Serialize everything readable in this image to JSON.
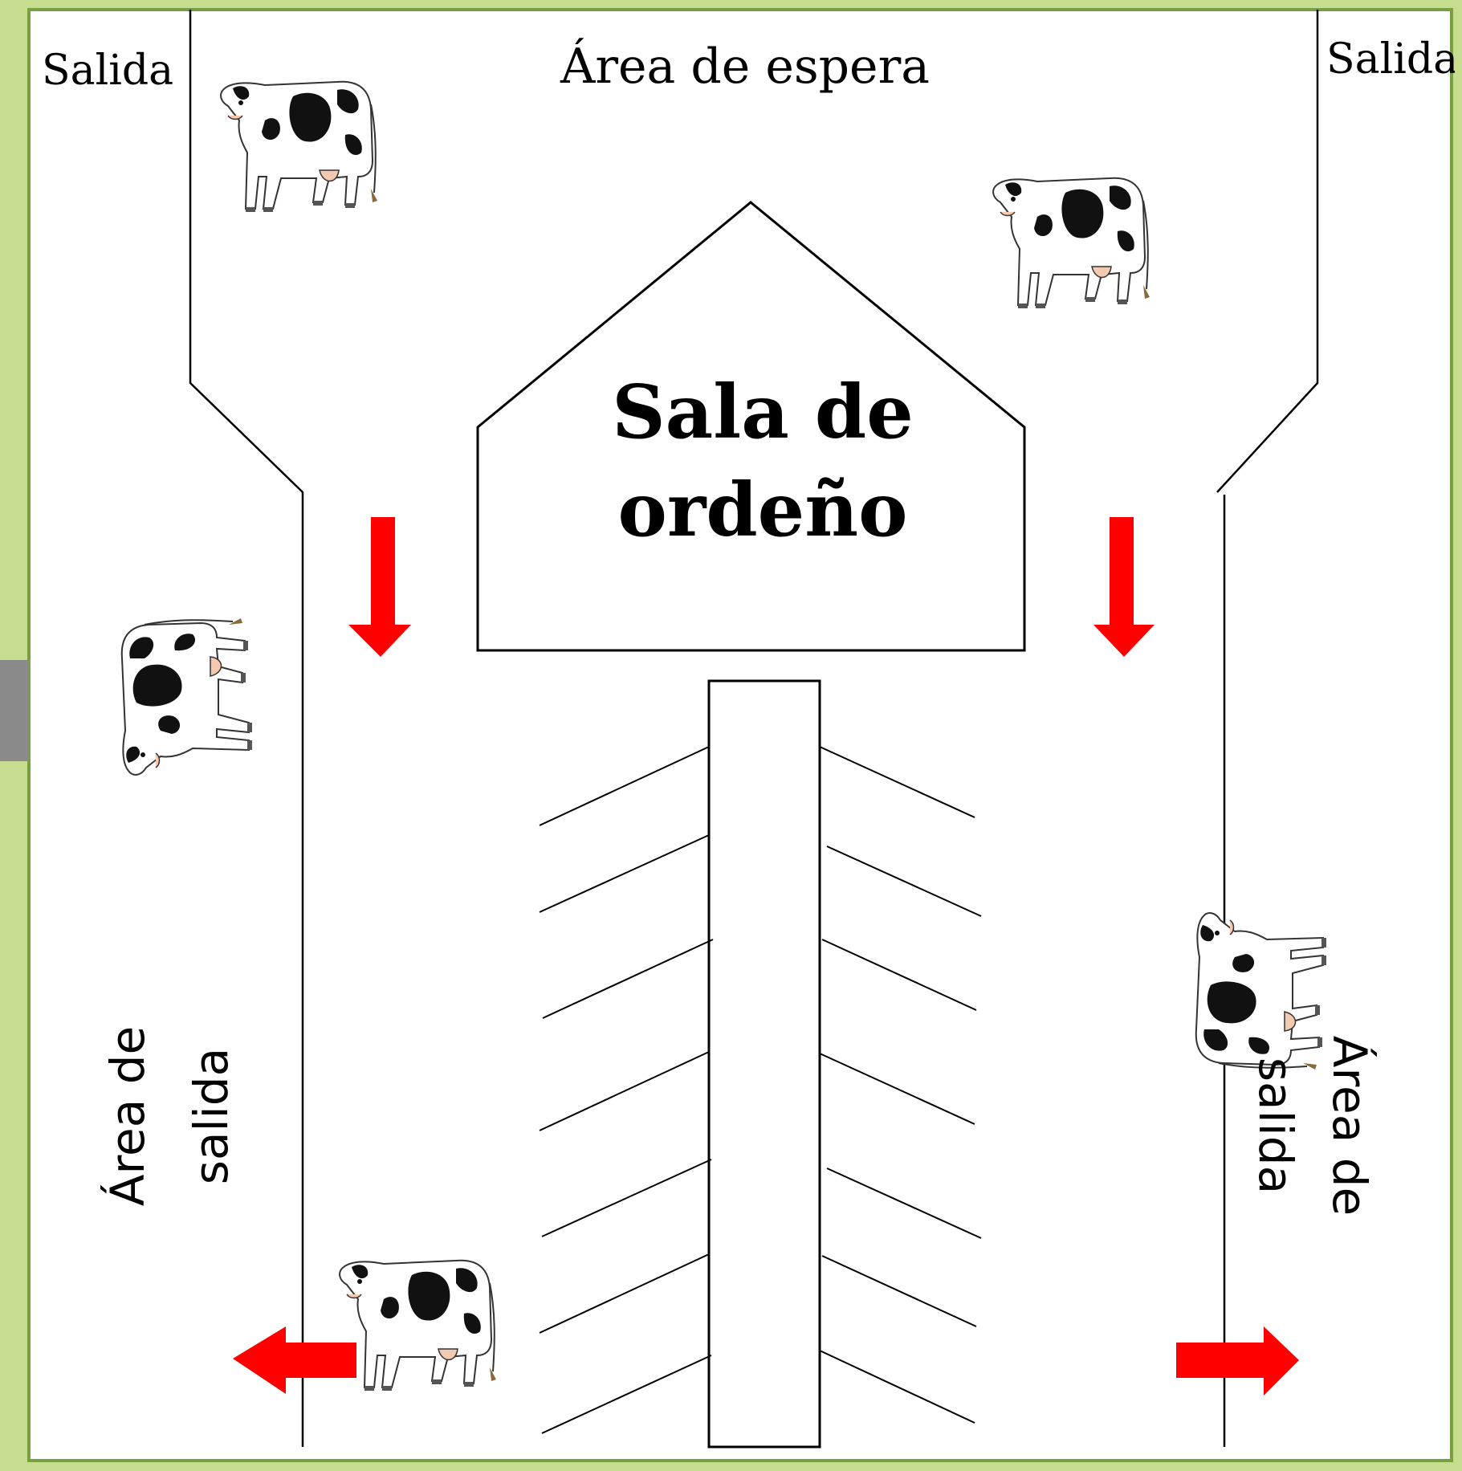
{
  "labels": {
    "exit_left_top": "Salida",
    "exit_right_top": "Salida",
    "waiting_area": "Área de espera",
    "parlor_line1": "Sala de",
    "parlor_line2": "ordeño",
    "exit_area_left_line1": "Área de",
    "exit_area_left_line2": "salida",
    "exit_area_right_line1": "Área de",
    "exit_area_right_line2": "salida"
  },
  "icons": {
    "cow": "cow-icon",
    "arrow": "arrow-icon"
  },
  "colors": {
    "background": "#c6dc8f",
    "border": "#77a040",
    "arrow": "#ff0000",
    "line": "#000000",
    "panel": "#ffffff"
  }
}
